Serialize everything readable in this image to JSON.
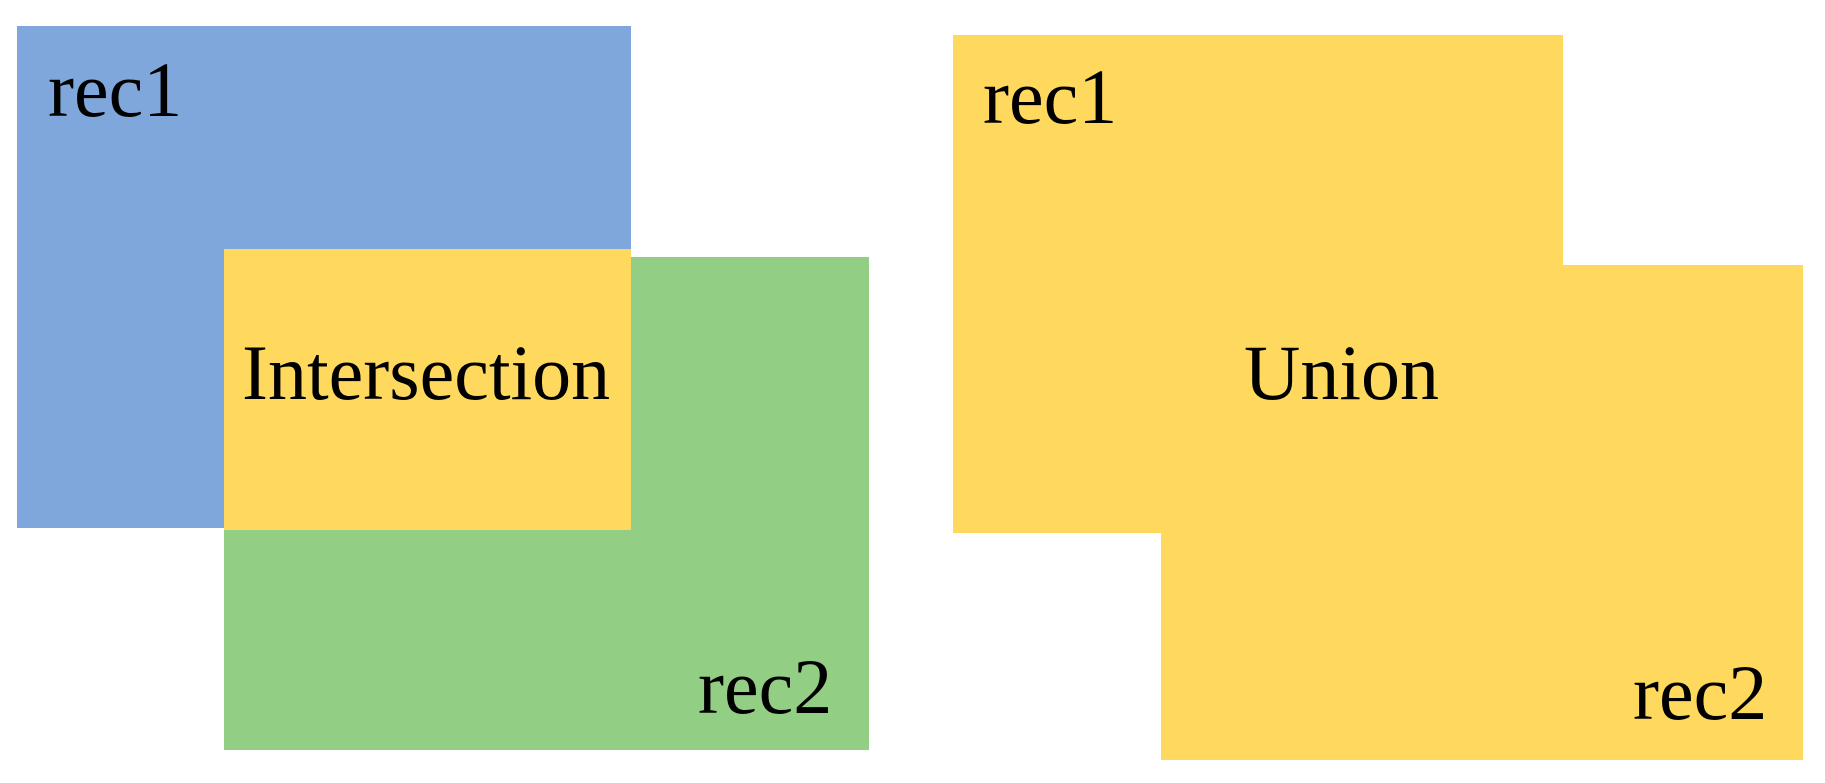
{
  "figure": {
    "description": "Illustration of the intersection and union of two overlapping rectangles",
    "colors": {
      "rec1_fill": "#7FA7DC",
      "rec2_fill": "#93CE85",
      "highlight_fill": "#FFD95E",
      "label_color": "#000000",
      "background": "#ffffff"
    },
    "left_panel": {
      "rec1_label": "rec1",
      "rec2_label": "rec2",
      "overlap_label": "Intersection"
    },
    "right_panel": {
      "rec1_label": "rec1",
      "rec2_label": "rec2",
      "overlap_label": "Union"
    }
  }
}
